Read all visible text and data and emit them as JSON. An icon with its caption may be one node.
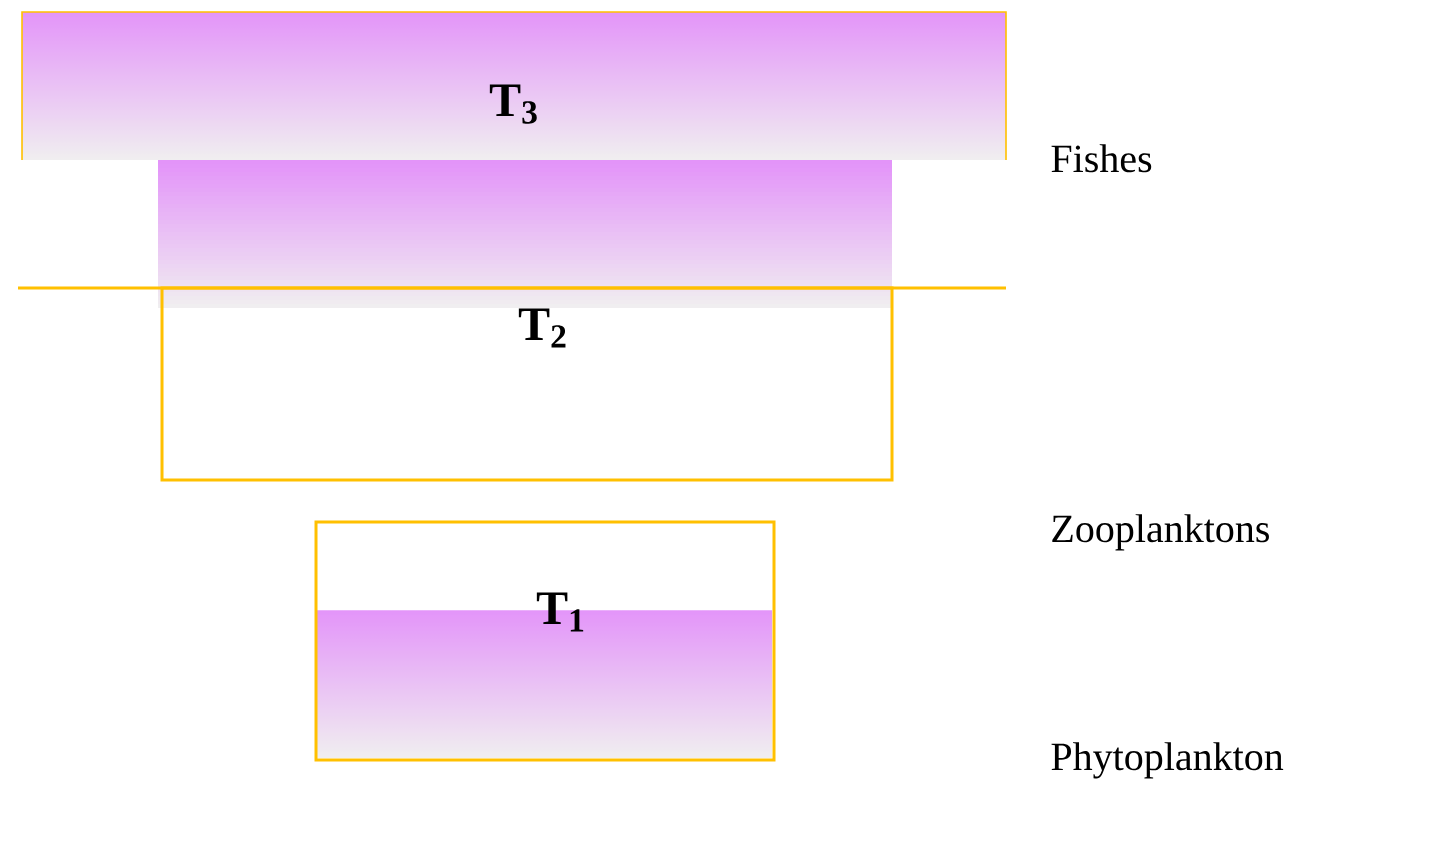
{
  "diagram": {
    "nodes": [
      {
        "text": [
          "T$_{3}$"
        ]
      },
      {
        "text": [
          "T$_{2}$"
        ]
      },
      {
        "text": [
          "T$_{1}$"
        ]
      }
    ],
    "labels": [
      "Fishes",
      "Zooplanktons",
      "Phytoplankton"
    ]
  }
}
